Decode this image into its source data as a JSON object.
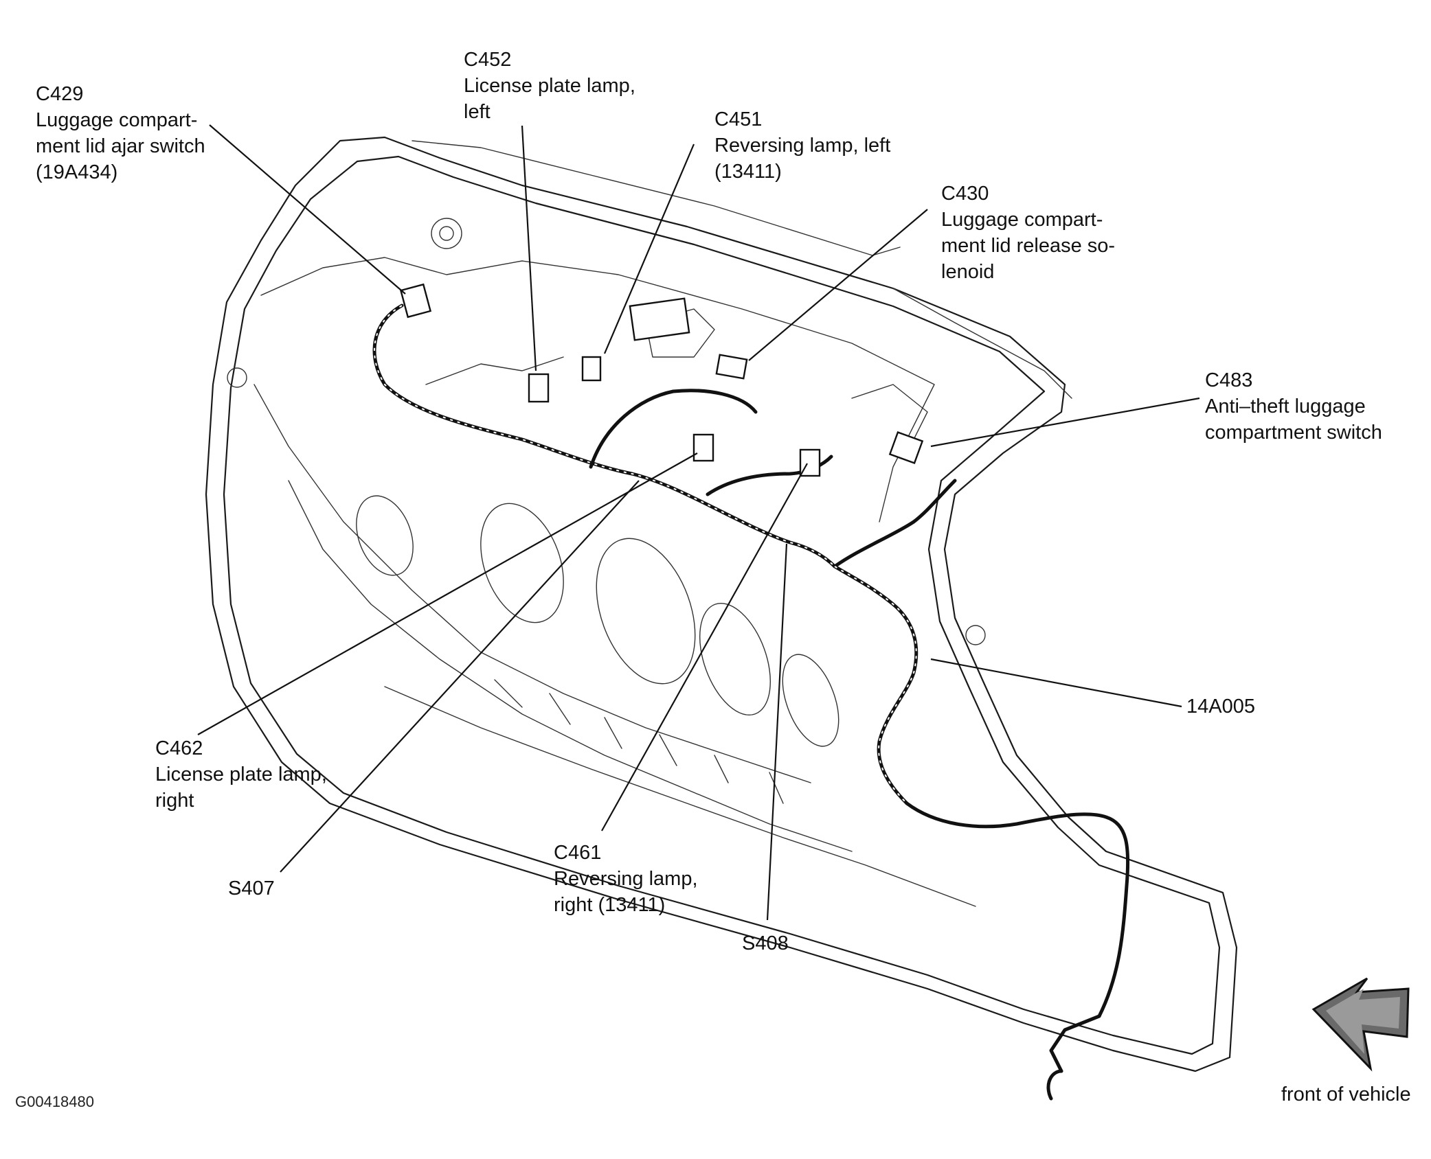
{
  "figure_id": "G00418480",
  "labels": {
    "c429": [
      "C429",
      "Luggage compart-",
      "ment lid ajar switch",
      "(19A434)"
    ],
    "c452": [
      "C452",
      "License plate lamp,",
      "left"
    ],
    "c451": [
      "C451",
      "Reversing lamp, left",
      "(13411)"
    ],
    "c430": [
      "C430",
      "Luggage compart-",
      "ment lid release so-",
      "lenoid"
    ],
    "c483": [
      "C483",
      "Anti–theft luggage",
      "compartment switch"
    ],
    "a14005": [
      "14A005"
    ],
    "c462": [
      "C462",
      "License plate lamp,",
      "right"
    ],
    "s407": [
      "S407"
    ],
    "c461": [
      "C461",
      "Reversing lamp,",
      "right (13411)"
    ],
    "s408": [
      "S408"
    ],
    "front": [
      "front of vehicle"
    ]
  },
  "icons": {
    "direction_arrow": "front-arrow-icon"
  }
}
